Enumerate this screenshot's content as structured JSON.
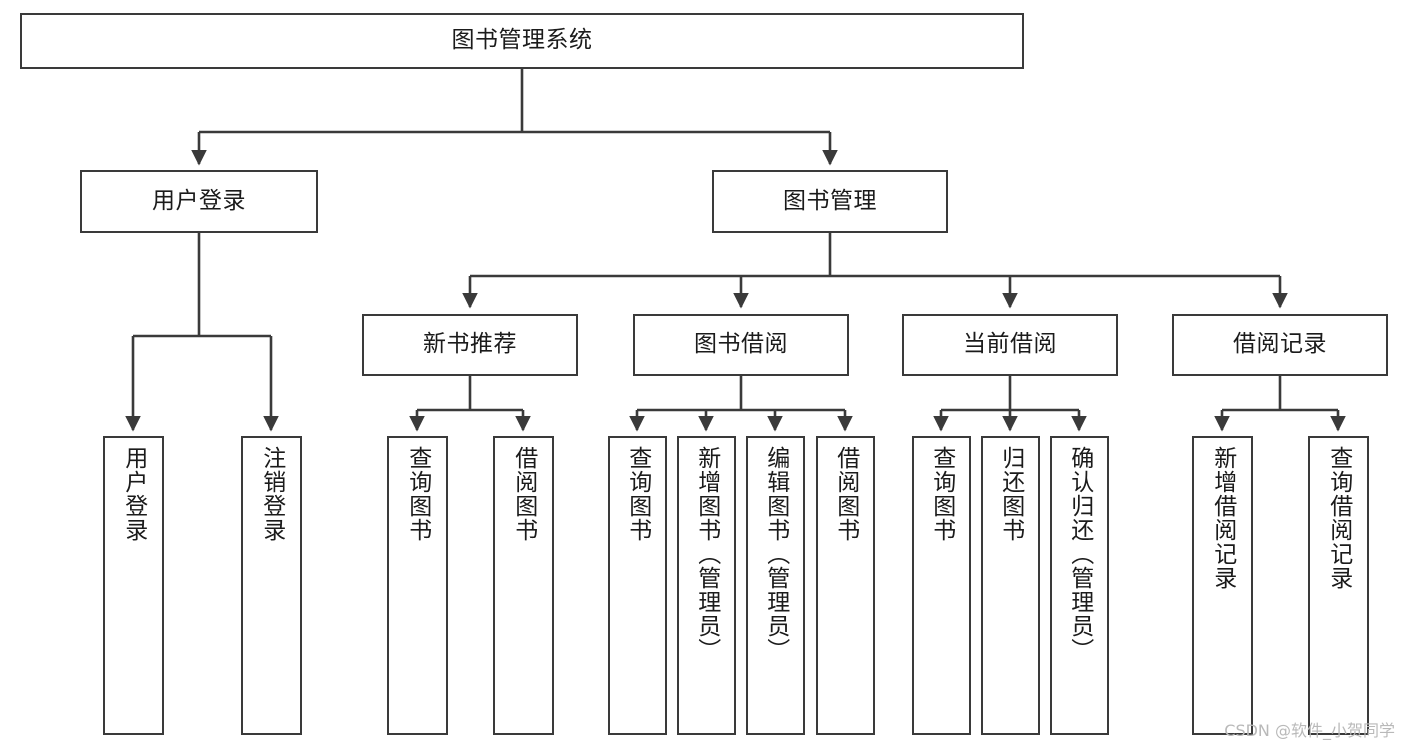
{
  "diagram": {
    "title": "图书管理系统",
    "type": "tree",
    "watermark": "CSDN @软件_小贺同学",
    "colors": {
      "node_border": "#3a3a3a",
      "node_fill": "#ffffff",
      "edge": "#3a3a3a",
      "text": "#1b1b1b",
      "watermark": "#b9b9b9",
      "background": "#ffffff"
    },
    "root": {
      "label": "图书管理系统"
    },
    "level2": [
      {
        "label": "用户登录"
      },
      {
        "label": "图书管理"
      }
    ],
    "level3": [
      {
        "label": "新书推荐"
      },
      {
        "label": "图书借阅"
      },
      {
        "label": "当前借阅"
      },
      {
        "label": "借阅记录"
      }
    ],
    "leaves": {
      "user_login": [
        {
          "label": "用户登录"
        },
        {
          "label": "注销登录"
        }
      ],
      "new_book": [
        {
          "label": "查询图书"
        },
        {
          "label": "借阅图书"
        }
      ],
      "book_borrow": [
        {
          "label": "查询图书"
        },
        {
          "label": "新增图书（管理员）"
        },
        {
          "label": "编辑图书（管理员）"
        },
        {
          "label": "借阅图书"
        }
      ],
      "current_borrow": [
        {
          "label": "查询图书"
        },
        {
          "label": "归还图书"
        },
        {
          "label": "确认归还（管理员）"
        }
      ],
      "borrow_record": [
        {
          "label": "新增借阅记录"
        },
        {
          "label": "查询借阅记录"
        }
      ]
    }
  }
}
